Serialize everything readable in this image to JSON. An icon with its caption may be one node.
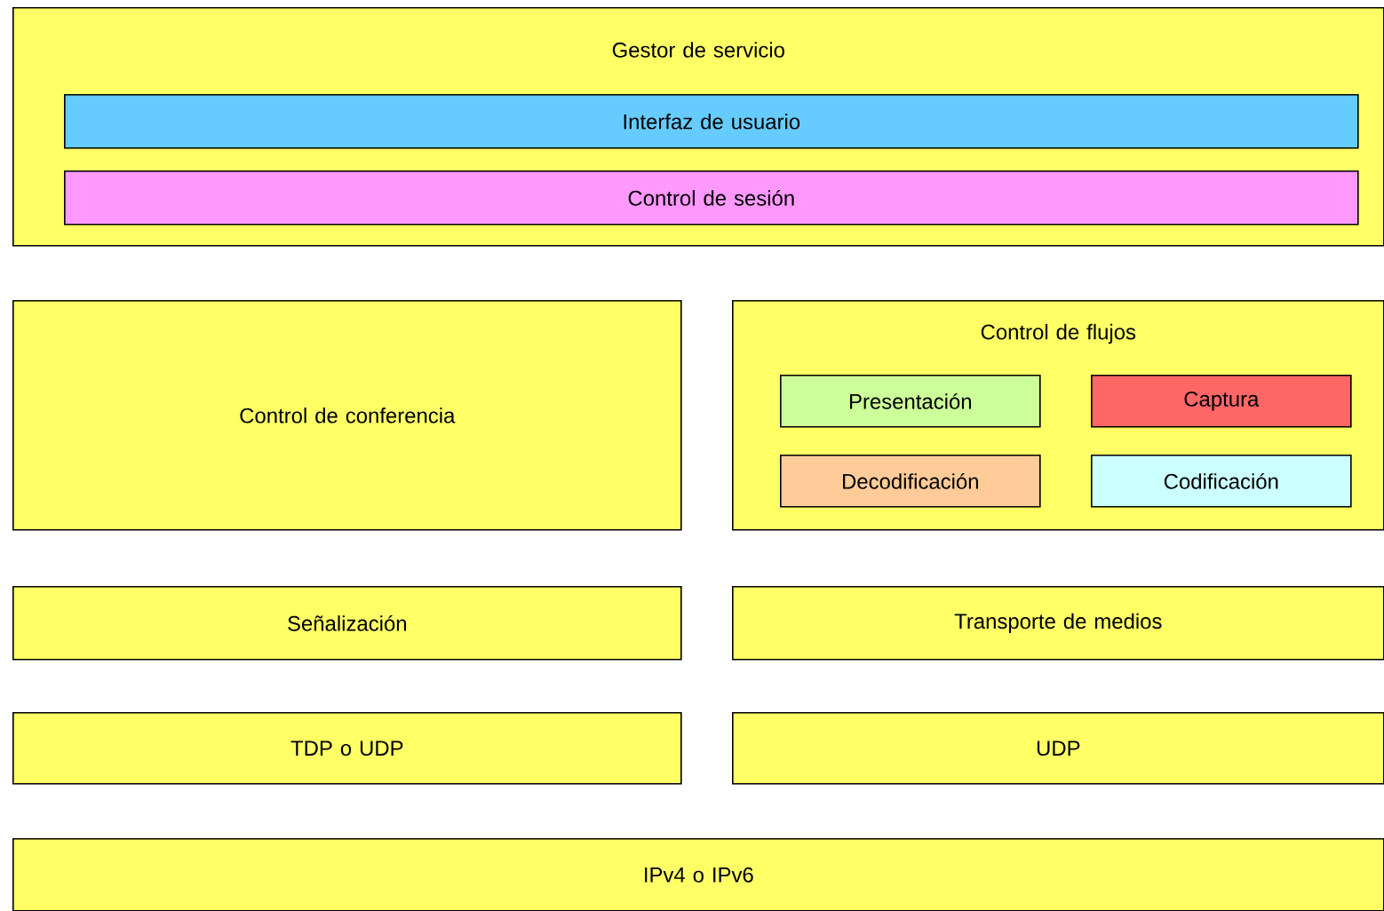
{
  "diagram": {
    "nodes": [
      {
        "text": [
          "Gestor de servicio"
        ]
      },
      {
        "text": [
          "Interfaz de usuario"
        ],
        "in": 0
      },
      {
        "text": [
          "Control de sesión"
        ],
        "in": 0
      },
      {
        "text": [
          "Control de conferencia"
        ]
      },
      {
        "text": [
          "Control de flujos"
        ]
      },
      {
        "text": [
          "Presentación"
        ],
        "in": 4
      },
      {
        "text": [
          "Captura"
        ],
        "in": 4
      },
      {
        "text": [
          "Decodificación"
        ],
        "in": 4
      },
      {
        "text": [
          "Codificación"
        ],
        "in": 4
      },
      {
        "text": [
          "Señalización"
        ]
      },
      {
        "text": [
          "Transporte de medios"
        ]
      },
      {
        "text": [
          "TDP o UDP"
        ]
      },
      {
        "text": [
          "UDP"
        ]
      },
      {
        "text": [
          "IPv4 o IPv6"
        ]
      }
    ]
  }
}
